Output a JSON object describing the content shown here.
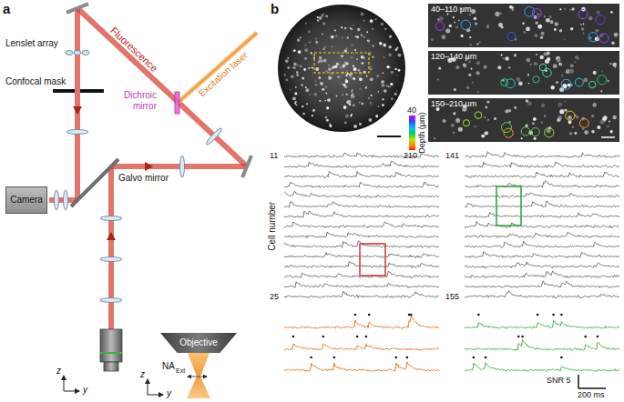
{
  "diagram": {
    "nodes": [
      {
        "text": [
          "Camera"
        ]
      },
      {
        "text": [
          "Objective"
        ]
      }
    ],
    "labels": [
      "a",
      "Fluorescence",
      "Lenslet array",
      "Confocal mask",
      "Excitation laser",
      "Dichroic mirror",
      "Galvo mirror",
      "NA",
      "Ext",
      "z",
      "y",
      "z",
      "y",
      "b",
      "40–110 μm",
      "120–140 μm",
      "150–210 μm",
      "Depth (μm)",
      "40",
      "210",
      "11",
      "Cell number",
      "25",
      "141",
      "155",
      "SNR 5",
      "200 ms"
    ]
  }
}
